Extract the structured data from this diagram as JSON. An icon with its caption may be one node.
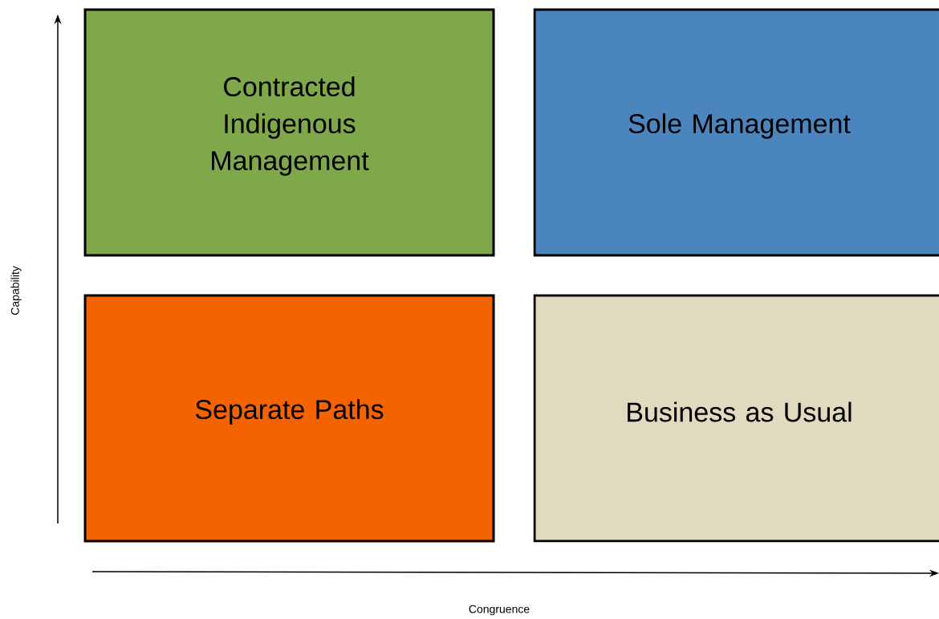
{
  "diagram": {
    "nodes": [
      {
        "text": [
          "Contracted Indigenous Management"
        ]
      },
      {
        "text": [
          "Sole Management"
        ]
      },
      {
        "text": [
          "Separate Paths"
        ]
      },
      {
        "text": [
          "Business as Usual"
        ]
      }
    ],
    "labels": [
      "Capability",
      "Congruence"
    ]
  }
}
